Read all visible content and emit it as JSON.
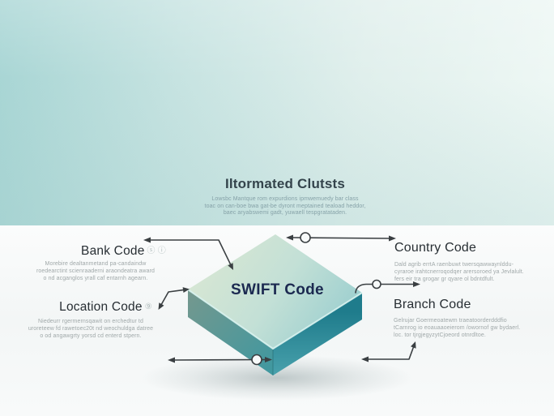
{
  "header": {
    "title": "Iltormated Clutsts",
    "subtitle_lines": [
      "Lowsbc Mantque rom expurdions ipmwemuedy bar class",
      "toac on can-boe bwa gat-be dyront meptained teaload heddor,",
      "baec aryabswemi gadt, yuwaell tespgratataden."
    ]
  },
  "center": {
    "box_label": "SWIFT Code"
  },
  "labels": {
    "bank": {
      "title": "Bank Code",
      "badges": [
        "ⓢ",
        "ⓘ"
      ],
      "desc_lines": [
        "Morebire dealtanmetand pa-candaindw",
        "roedearctint scienraaderni araondeatra award",
        "o nd acganglos yrall caf entarnh agearn."
      ]
    },
    "country": {
      "title": "Country Code",
      "desc_lines": [
        "Dald agrib errtA raenbuwt twersqawwaynlddu-",
        "cyraroe irahtcnerroqodqer arersoroed ya Jevlalult.",
        "fers eir tra grogar gr qyare ol bdntdfult."
      ]
    },
    "location": {
      "title": "Location Code",
      "badges": [
        "⑨"
      ],
      "desc_lines": [
        "Niedeurr rgermernsqawit on erchedtur td",
        "uroreteew fd rawetoec20t nd weochuldga datree",
        "o od angawgrty yorsd cd enterd stpern."
      ]
    },
    "branch": {
      "title": "Branch Code",
      "desc_lines": [
        "Gelrujar Goermeoatewm traeatoorderdddfio",
        "tCarnrog io eoauaaoeierom /owornof gw bydaerl.",
        "loc. tor tjrgjegyzytCjoeord otnrdltoe."
      ]
    }
  },
  "colors": {
    "bg-teal": "#a7d5d4",
    "bg-teal-light": "#eef7f5",
    "box-top-light": "#d9e7d3",
    "box-top-teal": "#96ccce",
    "box-side-dark": "#1f7c8c",
    "swift-text": "#1b2950",
    "connector": "#3a3f42",
    "label-text": "#272e33",
    "desc-text": "#a0a8a9",
    "text-dark": "#34444c"
  }
}
